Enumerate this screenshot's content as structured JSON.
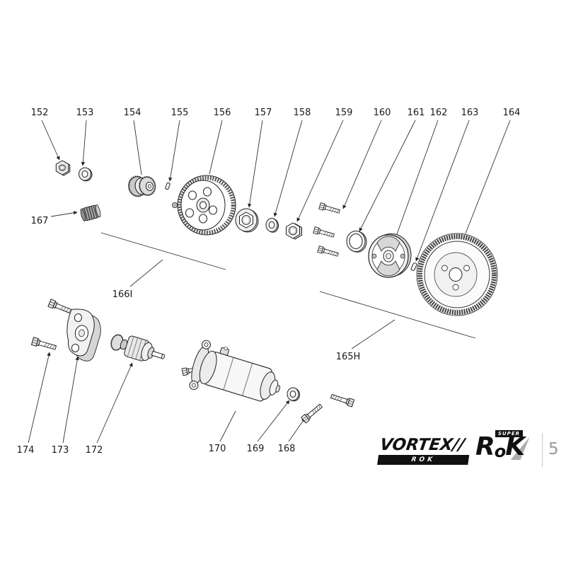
{
  "page": {
    "number": "5"
  },
  "labels": {
    "152": "152",
    "153": "153",
    "154": "154",
    "155": "155",
    "156": "156",
    "157": "157",
    "158": "158",
    "159": "159",
    "160": "160",
    "161": "161",
    "162": "162",
    "163": "163",
    "164": "164",
    "165H": "165H",
    "166I": "166I",
    "167": "167",
    "168": "168",
    "169": "169",
    "170": "170",
    "172": "172",
    "173": "173",
    "174": "174"
  },
  "logos": {
    "vortex": "VORTEX",
    "vortex_slashes": "//",
    "vortex_sub": "ROK",
    "rok_r": "R",
    "rok_o": "o",
    "rok_k": "K",
    "rok_super": "SUPER"
  }
}
